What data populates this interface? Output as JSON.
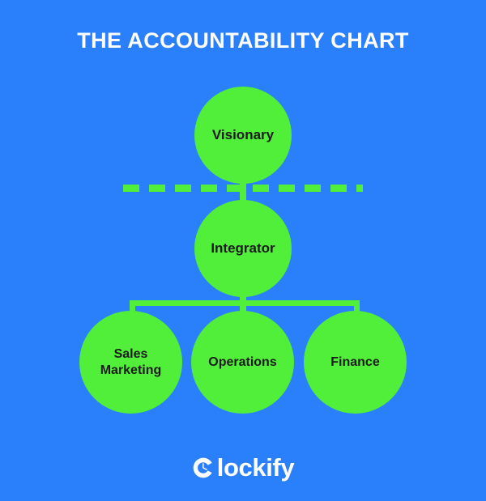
{
  "page": {
    "title": "THE ACCOUNTABILITY CHART",
    "background_color": "#2a7ffb",
    "node_color": "#51ee3a",
    "node_text_color": "#1b1b1b",
    "title_color": "#ffffff"
  },
  "chart_data": {
    "type": "diagram",
    "subtype": "org-chart",
    "title": "THE ACCOUNTABILITY CHART",
    "nodes": [
      {
        "id": "visionary",
        "label": "Visionary",
        "level": 0,
        "shape": "circle"
      },
      {
        "id": "integrator",
        "label": "Integrator",
        "level": 1,
        "shape": "circle"
      },
      {
        "id": "sales-marketing",
        "label": "Sales\nMarketing",
        "label_line1": "Sales",
        "label_line2": "Marketing",
        "level": 2,
        "shape": "circle"
      },
      {
        "id": "operations",
        "label": "Operations",
        "level": 2,
        "shape": "circle"
      },
      {
        "id": "finance",
        "label": "Finance",
        "level": 2,
        "shape": "circle"
      }
    ],
    "edges": [
      {
        "from": "visionary",
        "to": "integrator",
        "style": "solid-stem-crossing-dashed-divider"
      },
      {
        "from": "integrator",
        "to": "sales-marketing",
        "style": "solid-bracket"
      },
      {
        "from": "integrator",
        "to": "operations",
        "style": "solid-bracket"
      },
      {
        "from": "integrator",
        "to": "finance",
        "style": "solid-bracket"
      }
    ],
    "divider": {
      "id": "dashed-separator",
      "style": "dashed",
      "orientation": "horizontal",
      "between": [
        "visionary",
        "integrator"
      ]
    },
    "legend": [],
    "annotations": []
  },
  "nodes": {
    "visionary": {
      "label": "Visionary"
    },
    "integrator": {
      "label": "Integrator"
    },
    "sales_marketing": {
      "line1": "Sales",
      "line2": "Marketing"
    },
    "operations": {
      "label": "Operations"
    },
    "finance": {
      "label": "Finance"
    }
  },
  "brand": {
    "wordmark": "lockify",
    "full_name": "Clockify",
    "mark_icon": "clockify-c-clock-icon"
  }
}
